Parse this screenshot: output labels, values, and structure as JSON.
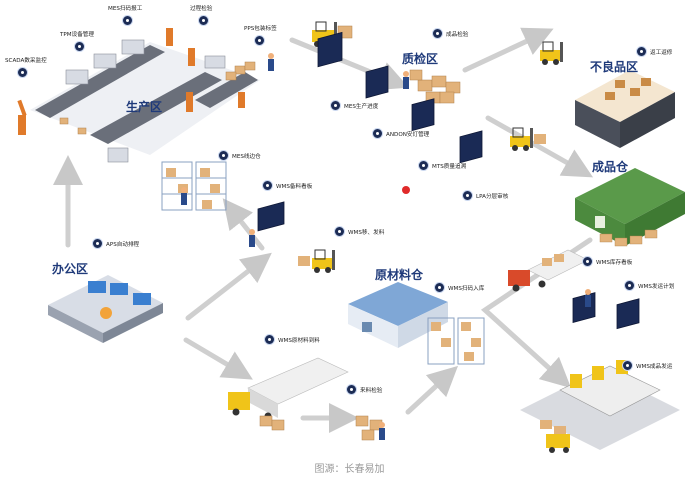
{
  "zones": {
    "production": "生产区",
    "qc": "质检区",
    "defect": "不良品区",
    "finished": "成品仓",
    "office": "办公区",
    "raw": "原材料仓"
  },
  "tags": {
    "scada": "SCADA数采监控",
    "tpm": "TPM设备管理",
    "mes_report": "MES扫码报工",
    "process_check": "过程检验",
    "pps": "PPS包装标签",
    "finished_check": "成品检验",
    "rework": "返工返修",
    "mes_progress": "MES生产进度",
    "andon": "ANDON安灯管理",
    "mts": "MTS质量追溯",
    "lpa": "LPA分层审核",
    "mes_side": "MES线边仓",
    "wms_board": "WMS备料看板",
    "wms_feed": "WMS移、发料",
    "aps": "APS自动排程",
    "wms_inbound": "WMS扫码入库",
    "wms_stock": "WMS库存看板",
    "wms_ship_plan": "WMS发运计划",
    "wms_material": "WMS原材料到料",
    "incoming": "来料检验",
    "wms_finished_ship": "WMS成品发运"
  },
  "caption": "图源：长春易加",
  "colors": {
    "zone_label": "#1f3a7a",
    "pin": "#1c2c55",
    "arrow": "#c8c8c8",
    "box": "#e2b27a",
    "forklift": "#f0c419",
    "warehouse_roof": "#5a9a4a",
    "raw_roof": "#7fa7d6",
    "screen": "#1a2a55",
    "truck": "#d94a2a"
  },
  "icons": [
    "pin-icon",
    "arrow-icon",
    "forklift-icon",
    "box-icon",
    "screen-icon",
    "truck-icon",
    "warehouse-icon",
    "worker-icon",
    "robot-arm-icon",
    "desk-icon"
  ]
}
